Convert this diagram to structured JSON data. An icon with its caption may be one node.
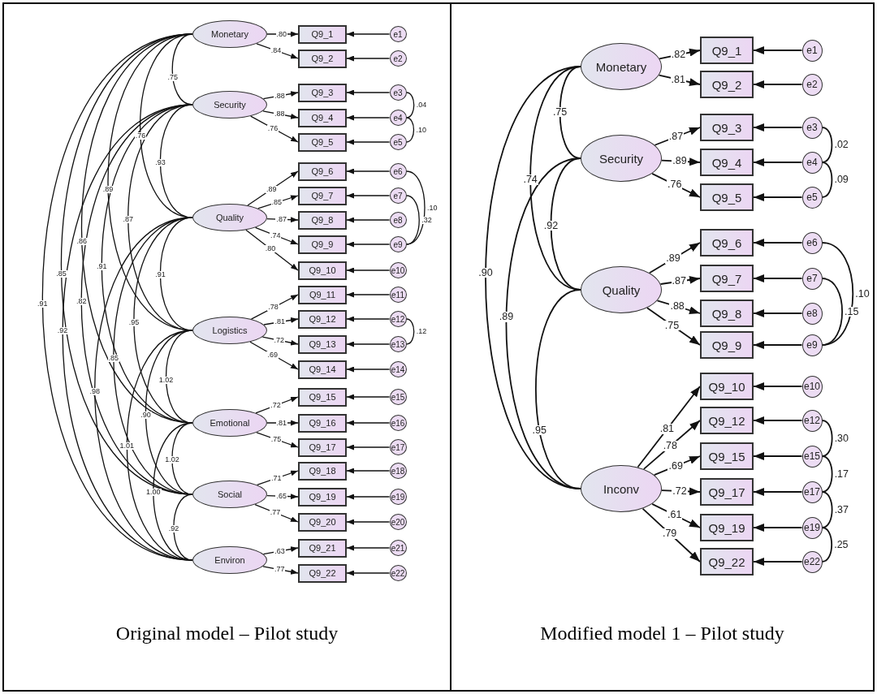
{
  "diagram": {
    "nodes": [
      {
        "text": [
          "Original model – Pilot study"
        ]
      },
      {
        "text": [
          "Monetary"
        ],
        "in": 0
      },
      {
        "text": [
          "Security"
        ],
        "in": 0
      },
      {
        "text": [
          "Quality"
        ],
        "in": 0
      },
      {
        "text": [
          "Logistics"
        ],
        "in": 0
      },
      {
        "text": [
          "Emotional"
        ],
        "in": 0
      },
      {
        "text": [
          "Social"
        ],
        "in": 0
      },
      {
        "text": [
          "Environ"
        ],
        "in": 0
      },
      {
        "text": [
          "Q9_1"
        ],
        "in": 0
      },
      {
        "text": [
          "Q9_2"
        ],
        "in": 0
      },
      {
        "text": [
          "Q9_3"
        ],
        "in": 0
      },
      {
        "text": [
          "Q9_4"
        ],
        "in": 0
      },
      {
        "text": [
          "Q9_5"
        ],
        "in": 0
      },
      {
        "text": [
          "Q9_6"
        ],
        "in": 0
      },
      {
        "text": [
          "Q9_7"
        ],
        "in": 0
      },
      {
        "text": [
          "Q9_8"
        ],
        "in": 0
      },
      {
        "text": [
          "Q9_9"
        ],
        "in": 0
      },
      {
        "text": [
          "Q9_10"
        ],
        "in": 0
      },
      {
        "text": [
          "Q9_11"
        ],
        "in": 0
      },
      {
        "text": [
          "Q9_12"
        ],
        "in": 0
      },
      {
        "text": [
          "Q9_13"
        ],
        "in": 0
      },
      {
        "text": [
          "Q9_14"
        ],
        "in": 0
      },
      {
        "text": [
          "Q9_15"
        ],
        "in": 0
      },
      {
        "text": [
          "Q9_16"
        ],
        "in": 0
      },
      {
        "text": [
          "Q9_17"
        ],
        "in": 0
      },
      {
        "text": [
          "Q9_18"
        ],
        "in": 0
      },
      {
        "text": [
          "Q9_19"
        ],
        "in": 0
      },
      {
        "text": [
          "Q9_20"
        ],
        "in": 0
      },
      {
        "text": [
          "Q9_21"
        ],
        "in": 0
      },
      {
        "text": [
          "Q9_22"
        ],
        "in": 0
      },
      {
        "text": [
          "e1"
        ],
        "in": 0
      },
      {
        "text": [
          "e2"
        ],
        "in": 0
      },
      {
        "text": [
          "e3"
        ],
        "in": 0
      },
      {
        "text": [
          "e4"
        ],
        "in": 0
      },
      {
        "text": [
          "e5"
        ],
        "in": 0
      },
      {
        "text": [
          "e6"
        ],
        "in": 0
      },
      {
        "text": [
          "e7"
        ],
        "in": 0
      },
      {
        "text": [
          "e8"
        ],
        "in": 0
      },
      {
        "text": [
          "e9"
        ],
        "in": 0
      },
      {
        "text": [
          "e10"
        ],
        "in": 0
      },
      {
        "text": [
          "e11"
        ],
        "in": 0
      },
      {
        "text": [
          "e12"
        ],
        "in": 0
      },
      {
        "text": [
          "e13"
        ],
        "in": 0
      },
      {
        "text": [
          "e14"
        ],
        "in": 0
      },
      {
        "text": [
          "e15"
        ],
        "in": 0
      },
      {
        "text": [
          "e16"
        ],
        "in": 0
      },
      {
        "text": [
          "e17"
        ],
        "in": 0
      },
      {
        "text": [
          "e18"
        ],
        "in": 0
      },
      {
        "text": [
          "e19"
        ],
        "in": 0
      },
      {
        "text": [
          "e20"
        ],
        "in": 0
      },
      {
        "text": [
          "e21"
        ],
        "in": 0
      },
      {
        "text": [
          "e22"
        ],
        "in": 0
      },
      {
        "text": [
          "Modified model 1 – Pilot study"
        ]
      },
      {
        "text": [
          "Monetary"
        ],
        "in": 52
      },
      {
        "text": [
          "Security"
        ],
        "in": 52
      },
      {
        "text": [
          "Quality"
        ],
        "in": 52
      },
      {
        "text": [
          "Inconv"
        ],
        "in": 52
      },
      {
        "text": [
          "Q9_1"
        ],
        "in": 52
      },
      {
        "text": [
          "Q9_2"
        ],
        "in": 52
      },
      {
        "text": [
          "Q9_3"
        ],
        "in": 52
      },
      {
        "text": [
          "Q9_4"
        ],
        "in": 52
      },
      {
        "text": [
          "Q9_5"
        ],
        "in": 52
      },
      {
        "text": [
          "Q9_6"
        ],
        "in": 52
      },
      {
        "text": [
          "Q9_7"
        ],
        "in": 52
      },
      {
        "text": [
          "Q9_8"
        ],
        "in": 52
      },
      {
        "text": [
          "Q9_9"
        ],
        "in": 52
      },
      {
        "text": [
          "Q9_10"
        ],
        "in": 52
      },
      {
        "text": [
          "Q9_12"
        ],
        "in": 52
      },
      {
        "text": [
          "Q9_15"
        ],
        "in": 52
      },
      {
        "text": [
          "Q9_17"
        ],
        "in": 52
      },
      {
        "text": [
          "Q9_19"
        ],
        "in": 52
      },
      {
        "text": [
          "Q9_22"
        ],
        "in": 52
      },
      {
        "text": [
          "e1"
        ],
        "in": 52
      },
      {
        "text": [
          "e2"
        ],
        "in": 52
      },
      {
        "text": [
          "e3"
        ],
        "in": 52
      },
      {
        "text": [
          "e4"
        ],
        "in": 52
      },
      {
        "text": [
          "e5"
        ],
        "in": 52
      },
      {
        "text": [
          "e6"
        ],
        "in": 52
      },
      {
        "text": [
          "e7"
        ],
        "in": 52
      },
      {
        "text": [
          "e8"
        ],
        "in": 52
      },
      {
        "text": [
          "e9"
        ],
        "in": 52
      },
      {
        "text": [
          "e10"
        ],
        "in": 52
      },
      {
        "text": [
          "e12"
        ],
        "in": 52
      },
      {
        "text": [
          "e15"
        ],
        "in": 52
      },
      {
        "text": [
          "e17"
        ],
        "in": 52
      },
      {
        "text": [
          "e19"
        ],
        "in": 52
      },
      {
        "text": [
          "e22"
        ],
        "in": 52
      }
    ],
    "edges": [
      {
        "from": 1,
        "to": 8,
        "arrow": "to",
        "label": ".80"
      },
      {
        "from": 1,
        "to": 9,
        "arrow": "to",
        "label": ".84"
      },
      {
        "from": 2,
        "to": 10,
        "arrow": "to",
        "label": ".88"
      },
      {
        "from": 2,
        "to": 11,
        "arrow": "to",
        "label": ".88"
      },
      {
        "from": 2,
        "to": 12,
        "arrow": "to",
        "label": ".76"
      },
      {
        "from": 3,
        "to": 13,
        "arrow": "to",
        "label": ".89"
      },
      {
        "from": 3,
        "to": 14,
        "arrow": "to",
        "label": ".85"
      },
      {
        "from": 3,
        "to": 15,
        "arrow": "to",
        "label": ".87"
      },
      {
        "from": 3,
        "to": 16,
        "arrow": "to",
        "label": ".74"
      },
      {
        "from": 3,
        "to": 17,
        "arrow": "to",
        "label": ".80"
      },
      {
        "from": 4,
        "to": 18,
        "arrow": "to",
        "label": ".78"
      },
      {
        "from": 4,
        "to": 19,
        "arrow": "to",
        "label": ".81"
      },
      {
        "from": 4,
        "to": 20,
        "arrow": "to",
        "label": ".72"
      },
      {
        "from": 4,
        "to": 21,
        "arrow": "to",
        "label": ".69"
      },
      {
        "from": 5,
        "to": 22,
        "arrow": "to",
        "label": ".72"
      },
      {
        "from": 5,
        "to": 23,
        "arrow": "to",
        "label": ".81"
      },
      {
        "from": 5,
        "to": 24,
        "arrow": "to",
        "label": ".75"
      },
      {
        "from": 6,
        "to": 25,
        "arrow": "to",
        "label": ".71"
      },
      {
        "from": 6,
        "to": 26,
        "arrow": "to",
        "label": ".65"
      },
      {
        "from": 6,
        "to": 27,
        "arrow": "to",
        "label": ".77"
      },
      {
        "from": 7,
        "to": 28,
        "arrow": "to",
        "label": ".63"
      },
      {
        "from": 7,
        "to": 29,
        "arrow": "to",
        "label": ".77"
      },
      {
        "from": 30,
        "to": 8,
        "arrow": "to"
      },
      {
        "from": 31,
        "to": 9,
        "arrow": "to"
      },
      {
        "from": 32,
        "to": 10,
        "arrow": "to"
      },
      {
        "from": 33,
        "to": 11,
        "arrow": "to"
      },
      {
        "from": 34,
        "to": 12,
        "arrow": "to"
      },
      {
        "from": 35,
        "to": 13,
        "arrow": "to"
      },
      {
        "from": 36,
        "to": 14,
        "arrow": "to"
      },
      {
        "from": 37,
        "to": 15,
        "arrow": "to"
      },
      {
        "from": 38,
        "to": 16,
        "arrow": "to"
      },
      {
        "from": 39,
        "to": 17,
        "arrow": "to"
      },
      {
        "from": 40,
        "to": 18,
        "arrow": "to"
      },
      {
        "from": 41,
        "to": 19,
        "arrow": "to"
      },
      {
        "from": 42,
        "to": 20,
        "arrow": "to"
      },
      {
        "from": 43,
        "to": 21,
        "arrow": "to"
      },
      {
        "from": 44,
        "to": 22,
        "arrow": "to"
      },
      {
        "from": 45,
        "to": 23,
        "arrow": "to"
      },
      {
        "from": 46,
        "to": 24,
        "arrow": "to"
      },
      {
        "from": 47,
        "to": 25,
        "arrow": "to"
      },
      {
        "from": 48,
        "to": 26,
        "arrow": "to"
      },
      {
        "from": 49,
        "to": 27,
        "arrow": "to"
      },
      {
        "from": 50,
        "to": 28,
        "arrow": "to"
      },
      {
        "from": 51,
        "to": 29,
        "arrow": "to"
      },
      {
        "from": 1,
        "to": 2,
        "arrow": "none",
        "label": ".75"
      },
      {
        "from": 1,
        "to": 3,
        "arrow": "none",
        "label": ".76"
      },
      {
        "from": 2,
        "to": 3,
        "arrow": "none",
        "label": ".93"
      },
      {
        "from": 1,
        "to": 4,
        "arrow": "none",
        "label": ".89"
      },
      {
        "from": 2,
        "to": 4,
        "arrow": "none",
        "label": ".87"
      },
      {
        "from": 3,
        "to": 4,
        "arrow": "none",
        "label": ".91"
      },
      {
        "from": 1,
        "to": 5,
        "arrow": "none",
        "label": ".86"
      },
      {
        "from": 2,
        "to": 5,
        "arrow": "none",
        "label": ".91"
      },
      {
        "from": 3,
        "to": 5,
        "arrow": "none",
        "label": ".95"
      },
      {
        "from": 4,
        "to": 5,
        "arrow": "none",
        "label": "1.02"
      },
      {
        "from": 1,
        "to": 6,
        "arrow": "none",
        "label": ".85"
      },
      {
        "from": 2,
        "to": 6,
        "arrow": "none",
        "label": ".82"
      },
      {
        "from": 3,
        "to": 6,
        "arrow": "none",
        "label": ".85"
      },
      {
        "from": 4,
        "to": 6,
        "arrow": "none",
        "label": ".90"
      },
      {
        "from": 5,
        "to": 6,
        "arrow": "none",
        "label": "1.02"
      },
      {
        "from": 1,
        "to": 7,
        "arrow": "none",
        "label": ".91"
      },
      {
        "from": 2,
        "to": 7,
        "arrow": "none",
        "label": ".92"
      },
      {
        "from": 3,
        "to": 7,
        "arrow": "none",
        "label": ".98"
      },
      {
        "from": 4,
        "to": 7,
        "arrow": "none",
        "label": "1.01"
      },
      {
        "from": 5,
        "to": 7,
        "arrow": "none",
        "label": "1.00"
      },
      {
        "from": 6,
        "to": 7,
        "arrow": "none",
        "label": ".92"
      },
      {
        "from": 32,
        "to": 33,
        "arrow": "none",
        "label": ".04"
      },
      {
        "from": 33,
        "to": 34,
        "arrow": "none",
        "label": ".10"
      },
      {
        "from": 35,
        "to": 38,
        "arrow": "none",
        "label": ".10"
      },
      {
        "from": 36,
        "to": 38,
        "arrow": "none",
        "label": ".32"
      },
      {
        "from": 41,
        "to": 42,
        "arrow": "none",
        "label": ".12"
      },
      {
        "from": 53,
        "to": 57,
        "arrow": "to",
        "label": ".82"
      },
      {
        "from": 53,
        "to": 58,
        "arrow": "to",
        "label": ".81"
      },
      {
        "from": 54,
        "to": 59,
        "arrow": "to",
        "label": ".87"
      },
      {
        "from": 54,
        "to": 60,
        "arrow": "to",
        "label": ".89"
      },
      {
        "from": 54,
        "to": 61,
        "arrow": "to",
        "label": ".76"
      },
      {
        "from": 55,
        "to": 62,
        "arrow": "to",
        "label": ".89"
      },
      {
        "from": 55,
        "to": 63,
        "arrow": "to",
        "label": ".87"
      },
      {
        "from": 55,
        "to": 64,
        "arrow": "to",
        "label": ".88"
      },
      {
        "from": 55,
        "to": 65,
        "arrow": "to",
        "label": ".75"
      },
      {
        "from": 56,
        "to": 66,
        "arrow": "to",
        "label": ".81"
      },
      {
        "from": 56,
        "to": 67,
        "arrow": "to",
        "label": ".78"
      },
      {
        "from": 56,
        "to": 68,
        "arrow": "to",
        "label": ".69"
      },
      {
        "from": 56,
        "to": 69,
        "arrow": "to",
        "label": ".72"
      },
      {
        "from": 56,
        "to": 70,
        "arrow": "to",
        "label": ".61"
      },
      {
        "from": 56,
        "to": 71,
        "arrow": "to",
        "label": ".79"
      },
      {
        "from": 72,
        "to": 57,
        "arrow": "to"
      },
      {
        "from": 73,
        "to": 58,
        "arrow": "to"
      },
      {
        "from": 74,
        "to": 59,
        "arrow": "to"
      },
      {
        "from": 75,
        "to": 60,
        "arrow": "to"
      },
      {
        "from": 76,
        "to": 61,
        "arrow": "to"
      },
      {
        "from": 77,
        "to": 62,
        "arrow": "to"
      },
      {
        "from": 78,
        "to": 63,
        "arrow": "to"
      },
      {
        "from": 79,
        "to": 64,
        "arrow": "to"
      },
      {
        "from": 80,
        "to": 65,
        "arrow": "to"
      },
      {
        "from": 81,
        "to": 66,
        "arrow": "to"
      },
      {
        "from": 82,
        "to": 67,
        "arrow": "to"
      },
      {
        "from": 83,
        "to": 68,
        "arrow": "to"
      },
      {
        "from": 84,
        "to": 69,
        "arrow": "to"
      },
      {
        "from": 85,
        "to": 70,
        "arrow": "to"
      },
      {
        "from": 86,
        "to": 71,
        "arrow": "to"
      },
      {
        "from": 53,
        "to": 54,
        "arrow": "none",
        "label": ".75"
      },
      {
        "from": 53,
        "to": 55,
        "arrow": "none",
        "label": ".74"
      },
      {
        "from": 54,
        "to": 55,
        "arrow": "none",
        "label": ".92"
      },
      {
        "from": 53,
        "to": 56,
        "arrow": "none",
        "label": ".90"
      },
      {
        "from": 54,
        "to": 56,
        "arrow": "none",
        "label": ".89"
      },
      {
        "from": 55,
        "to": 56,
        "arrow": "none",
        "label": ".95"
      },
      {
        "from": 74,
        "to": 75,
        "arrow": "none",
        "label": ".02"
      },
      {
        "from": 75,
        "to": 76,
        "arrow": "none",
        "label": ".09"
      },
      {
        "from": 77,
        "to": 80,
        "arrow": "none",
        "label": ".10"
      },
      {
        "from": 78,
        "to": 80,
        "arrow": "none",
        "label": ".15"
      },
      {
        "from": 82,
        "to": 83,
        "arrow": "none",
        "label": ".30"
      },
      {
        "from": 83,
        "to": 84,
        "arrow": "none",
        "label": ".17"
      },
      {
        "from": 84,
        "to": 85,
        "arrow": "none",
        "label": ".37"
      },
      {
        "from": 85,
        "to": 86,
        "arrow": "none",
        "label": ".25"
      }
    ]
  }
}
